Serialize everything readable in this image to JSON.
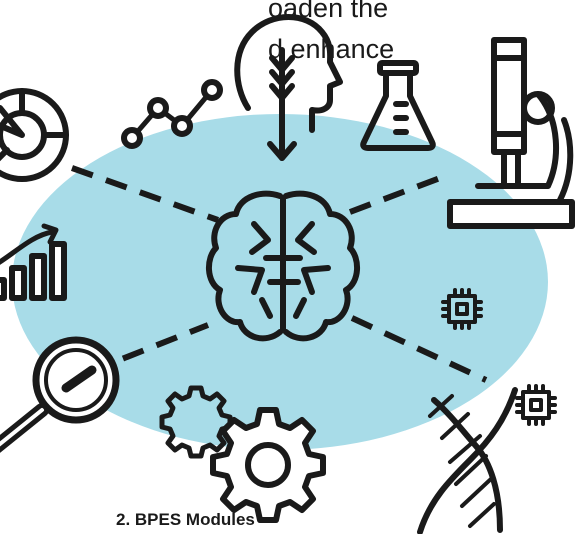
{
  "intro_text": {
    "line1": "oaden the",
    "line2": "d enhance"
  },
  "caption": "2. BPES Modules",
  "colors": {
    "ellipse": "#a8dce8",
    "stroke": "#1a1a1a",
    "background": "#ffffff"
  },
  "icons": [
    "pie-chart-icon",
    "line-graph-icon",
    "head-arrow-icon",
    "flask-icon",
    "microscope-icon",
    "bar-chart-icon",
    "brain-icon",
    "chip-icon",
    "magnifier-icon",
    "small-gear-icon",
    "large-gear-icon",
    "dna-icon"
  ]
}
